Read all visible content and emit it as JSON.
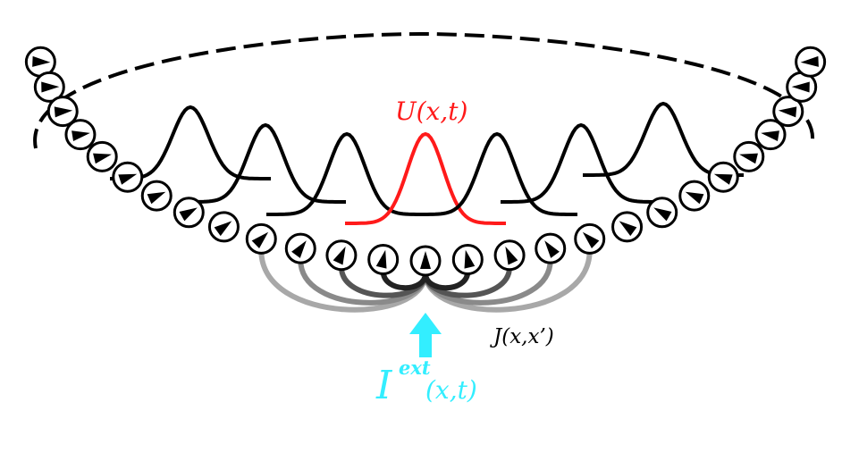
{
  "labels": {
    "activity": "U(x,t)",
    "connectivity": "J(x,x’)",
    "input_main": "I",
    "input_sup": "ext",
    "input_args": "(x,t)"
  },
  "colors": {
    "activity": "#ff1a1a",
    "input": "#33eeff",
    "ink": "#000000",
    "links": [
      "#222222",
      "#555555",
      "#8a8a8a",
      "#a8a8a8"
    ]
  },
  "neuron_count": 27,
  "bump_count": 7,
  "active_bump_index": 3
}
